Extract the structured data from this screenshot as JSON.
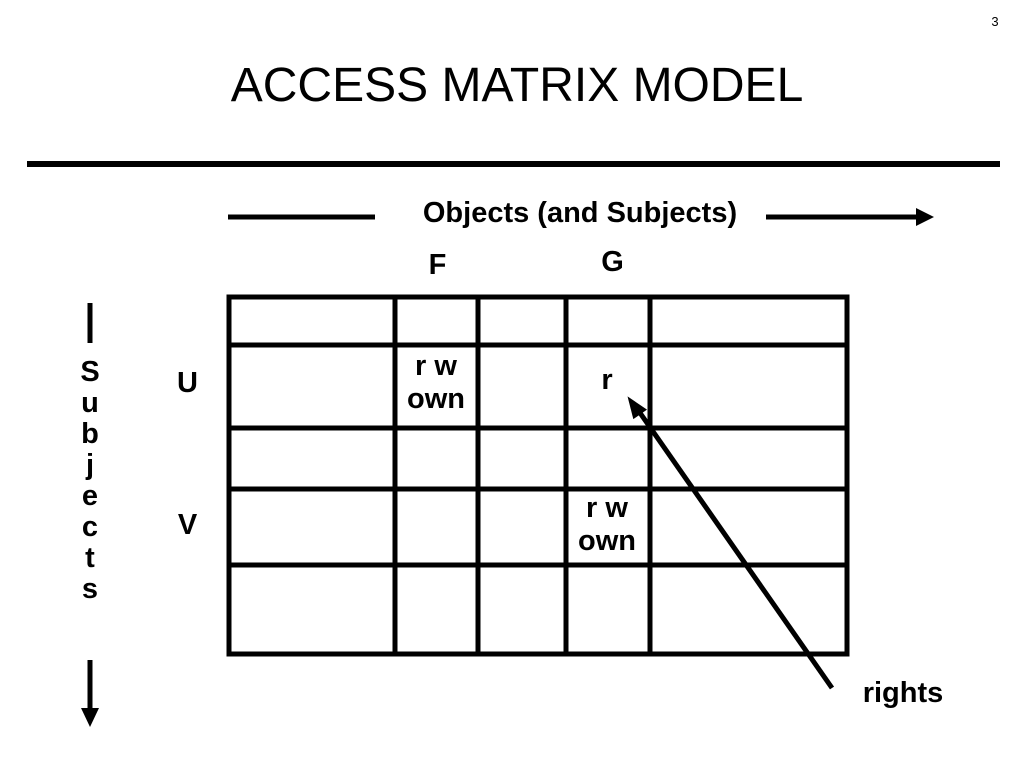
{
  "page_number": "3",
  "title": "ACCESS MATRIX MODEL",
  "objects_axis_label": "Objects (and Subjects)",
  "column_labels": {
    "f": "F",
    "g": "G"
  },
  "row_labels": {
    "u": "U",
    "v": "V"
  },
  "subjects_axis_letters": [
    "S",
    "u",
    "b",
    "j",
    "e",
    "c",
    "t",
    "s"
  ],
  "cells": {
    "f_u": {
      "line1": "r w",
      "line2": "own"
    },
    "g_u": {
      "line1": "r"
    },
    "g_v": {
      "line1": "r w",
      "line2": "own"
    }
  },
  "rights_label": "rights"
}
